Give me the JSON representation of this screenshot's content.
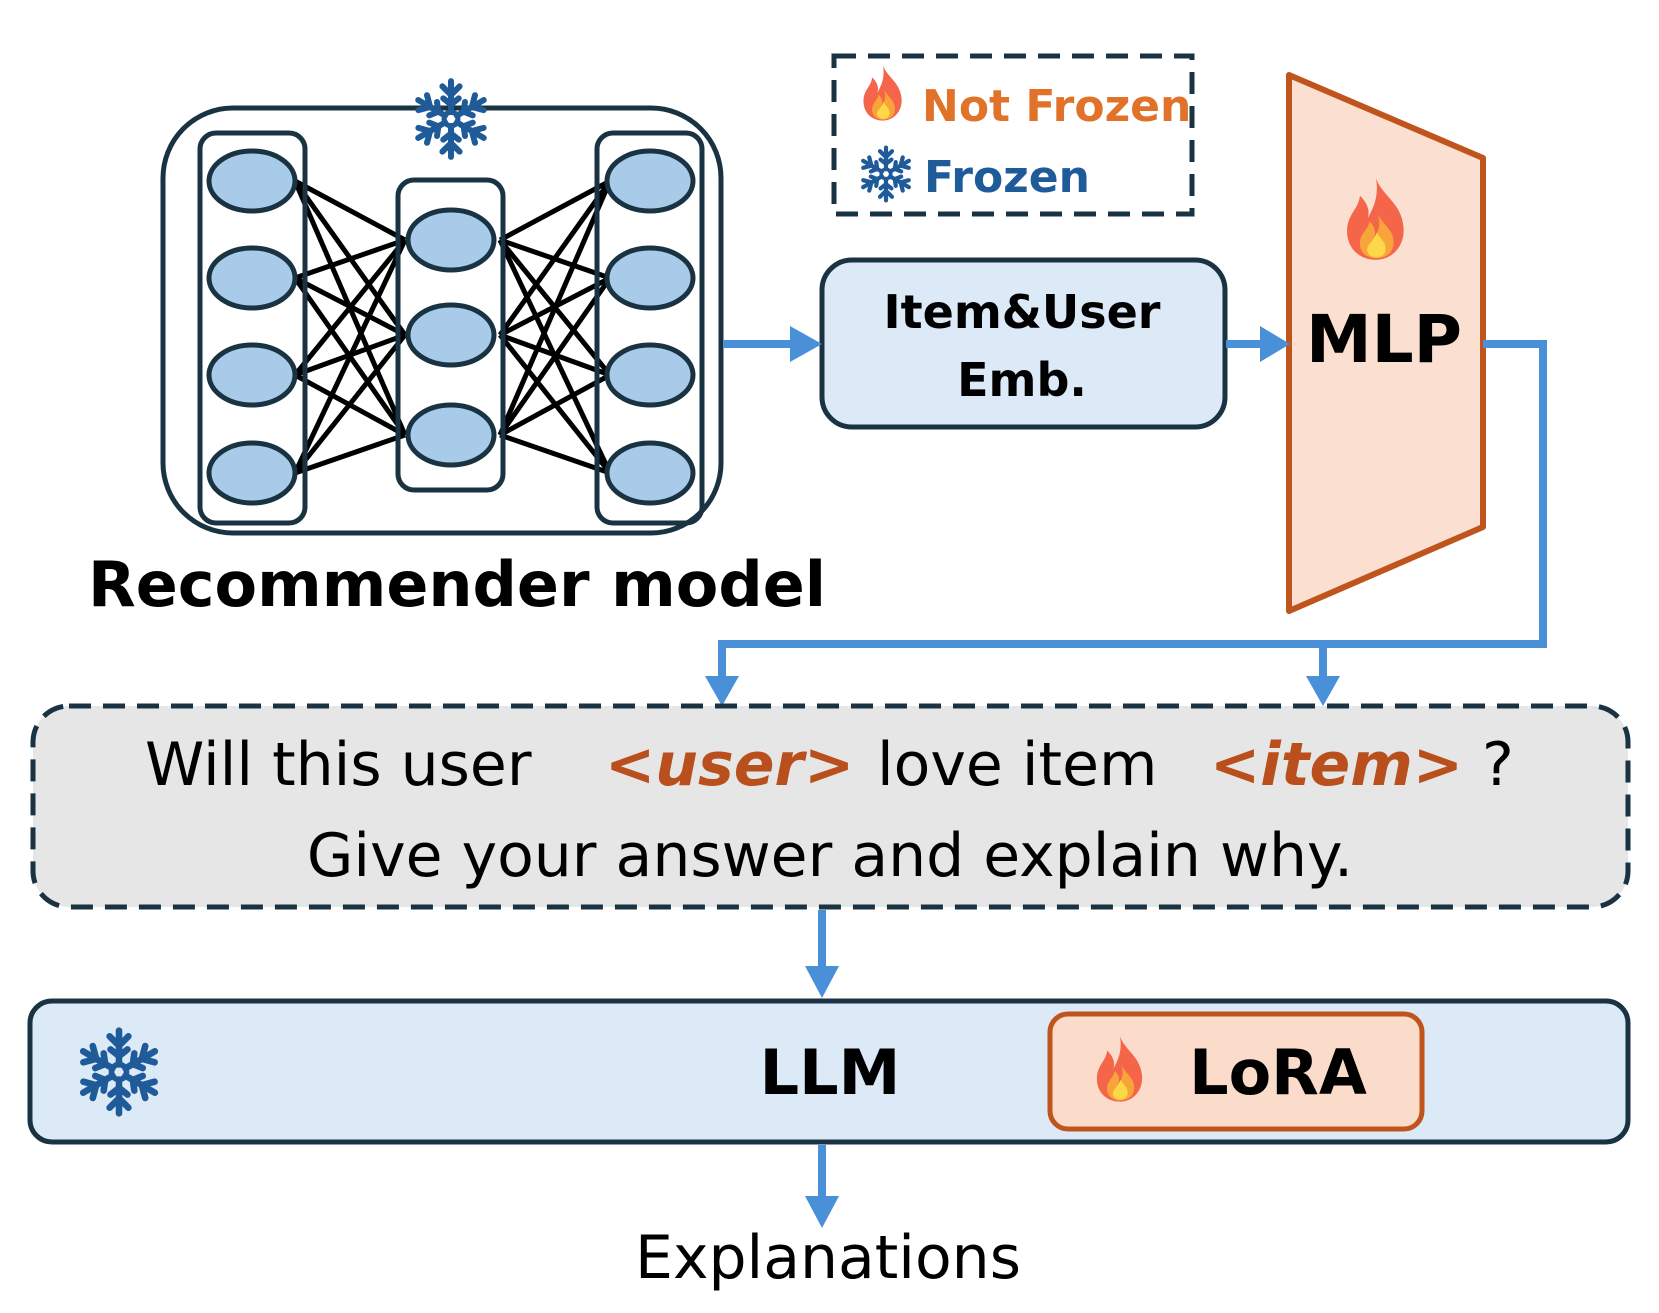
{
  "legend": {
    "not_frozen": "Not Frozen",
    "frozen": "Frozen",
    "fire_icon": "fire-icon",
    "snowflake_icon": "snowflake-icon"
  },
  "recommender": {
    "label": "Recommender model"
  },
  "embedding": {
    "line1": "Item&User",
    "line2": "Emb."
  },
  "mlp": {
    "label": "MLP"
  },
  "prompt": {
    "part1": "Will this user",
    "user_token": "<user>",
    "part2": "love item",
    "item_token": "<item>",
    "part3": "?",
    "line2": "Give your answer and explain why."
  },
  "llm": {
    "label": "LLM",
    "lora_label": "LoRA"
  },
  "output": {
    "label": "Explanations"
  },
  "colors": {
    "dark": "#1a3342",
    "node_fill": "#a9cbea",
    "arrow": "#4a90d9",
    "orange": "#e0722a",
    "orange_dark": "#b84f1c",
    "frozen_blue": "#1f5a99",
    "emb_fill": "#dce9f7",
    "mlp_fill": "#fbe0d1",
    "prompt_fill": "#e6e6e6",
    "lora_fill": "#fbdccb"
  }
}
